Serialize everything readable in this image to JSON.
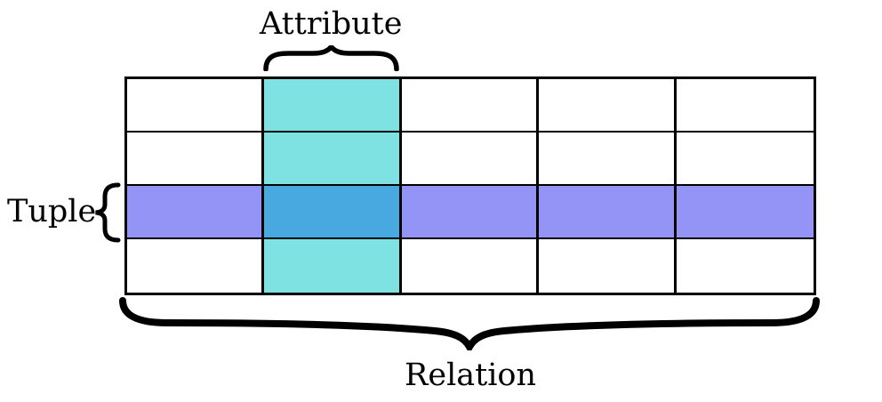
{
  "diagram": {
    "labels": {
      "attribute": "Attribute",
      "tuple": "Tuple",
      "relation": "Relation"
    },
    "icons": {
      "attribute_brace": "curly-brace-pointing-up",
      "tuple_brace": "curly-brace-pointing-left",
      "relation_brace": "curly-brace-pointing-down"
    },
    "table": {
      "rows": 4,
      "columns": 5,
      "highlighted_column_index": 1,
      "highlighted_row_index": 2,
      "colors": {
        "attribute_column": "#7FE2E2",
        "tuple_row": "#9494F7",
        "intersection": "#47A9E0",
        "cell_background": "#FFFFFF",
        "grid_line": "#000000"
      }
    }
  }
}
